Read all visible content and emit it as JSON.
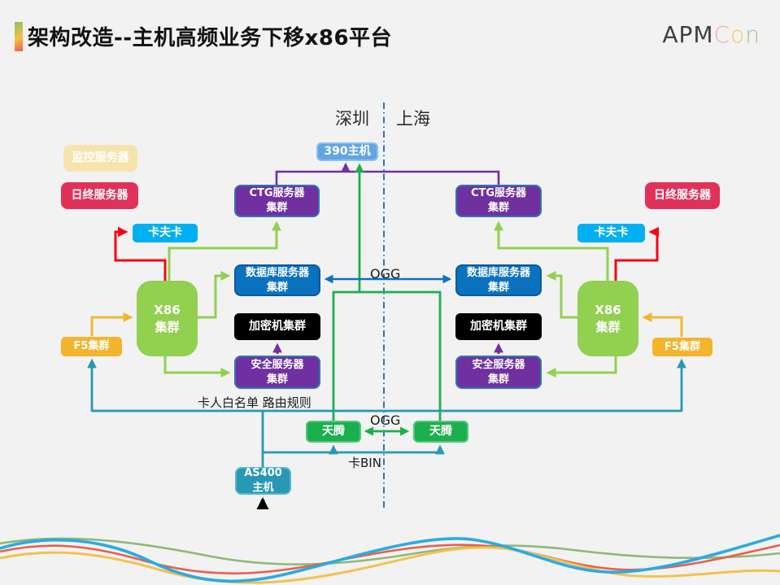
{
  "slide": {
    "title": "架构改造--主机高频业务下移x86平台",
    "logo": {
      "apm": "APM",
      "c": "C",
      "o": "o",
      "n": "n"
    },
    "regions": {
      "left": "深圳",
      "right": "上海"
    }
  },
  "nodes": {
    "m390": "390主机",
    "monitor": "监控服务器",
    "dayend_left": "日终服务器",
    "dayend_right": "日终服务器",
    "kafka_left": "卡夫卡",
    "kafka_right": "卡夫卡",
    "ctg_left": "CTG服务器\n集群",
    "ctg_right": "CTG服务器\n集群",
    "db_left": "数据库服务器\n集群",
    "db_right": "数据库服务器\n集群",
    "enc_left": "加密机集群",
    "enc_right": "加密机集群",
    "sec_left": "安全服务器\n集群",
    "sec_right": "安全服务器\n集群",
    "x86_left": "X86\n集群",
    "x86_right": "X86\n集群",
    "f5_left": "F5集群",
    "f5_right": "F5集群",
    "tandem_left": "天腾",
    "tandem_right": "天腾",
    "as400": "AS400\n主机"
  },
  "edge_labels": {
    "ogg_top": "OGG",
    "ogg_bottom": "OGG",
    "card_bin": "卡BIN",
    "whitelist": "卡人白名单 路由规则"
  },
  "colors": {
    "mainframe_blue": "#62a5e3",
    "ctg_purple": "#7030a0",
    "db_blue": "#0b72c0",
    "encryptor_black": "#000000",
    "x86_green": "#92d050",
    "f5_amber": "#f2b52b",
    "kafka_cyan": "#00b0f0",
    "dayend_red": "#e0315b",
    "monitor_cream": "#f6e3ae",
    "as400_teal": "#2898b5",
    "tandem_green": "#1caf4e",
    "line_red": "#f50514",
    "line_green": "#92d050",
    "line_purple": "#7030a0",
    "line_blue": "#0b72c0",
    "line_teal": "#2898b5",
    "line_orange": "#f2b52b",
    "divider_blue": "#2e75b6"
  }
}
